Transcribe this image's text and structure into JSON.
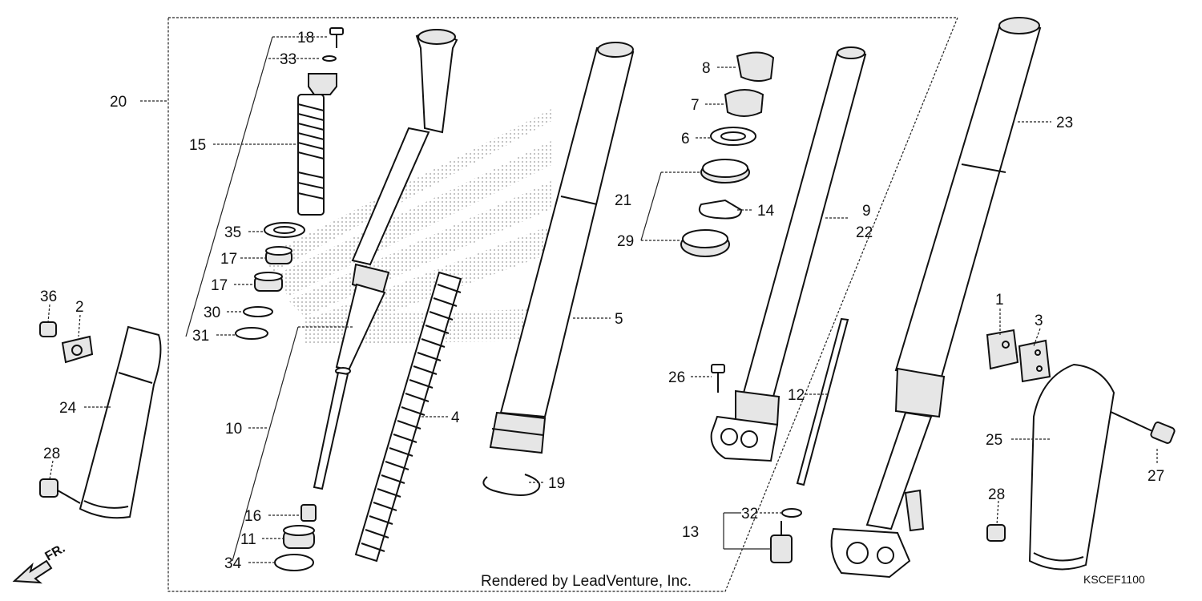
{
  "labels": {
    "p1": "1",
    "p2": "2",
    "p3": "3",
    "p4": "4",
    "p5": "5",
    "p6": "6",
    "p7": "7",
    "p8": "8",
    "p9": "9",
    "p10": "10",
    "p11": "11",
    "p12": "12",
    "p13": "13",
    "p14": "14",
    "p15": "15",
    "p16": "16",
    "p17a": "17",
    "p17b": "17",
    "p18": "18",
    "p19": "19",
    "p20": "20",
    "p21": "21",
    "p22": "22",
    "p23": "23",
    "p24": "24",
    "p25": "25",
    "p26": "26",
    "p27": "27",
    "p28a": "28",
    "p28b": "28",
    "p29": "29",
    "p30": "30",
    "p31": "31",
    "p32": "32",
    "p33": "33",
    "p34": "34",
    "p35": "35",
    "p36": "36"
  },
  "credit": "Rendered by LeadVenture, Inc.",
  "diagram_code": "KSCEF1100",
  "direction_marker": "FR."
}
